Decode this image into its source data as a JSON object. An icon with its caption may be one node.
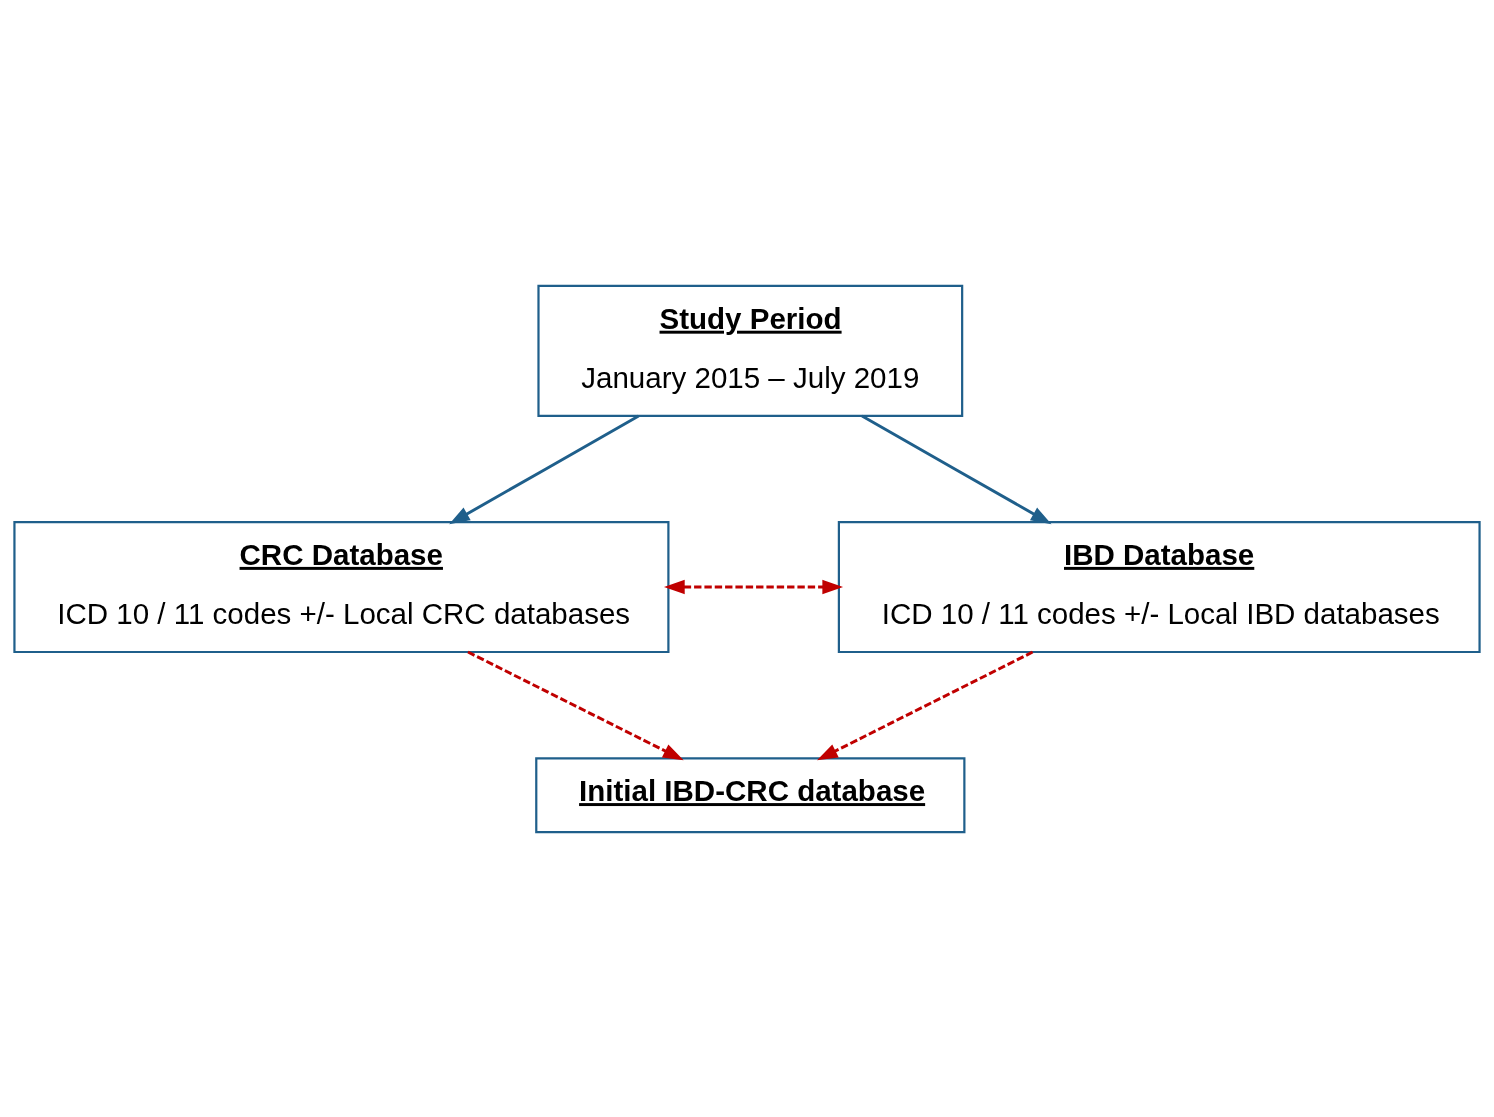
{
  "diagram": {
    "nodes": [
      {
        "text": [
          "Study Period",
          "January 2015 – July 2019"
        ]
      },
      {
        "text": [
          "CRC Database",
          "ICD 10 / 11 codes +/- Local CRC databases"
        ]
      },
      {
        "text": [
          "IBD Database",
          "ICD 10 / 11 codes +/- Local IBD databases"
        ]
      },
      {
        "text": [
          "Initial IBD-CRC database"
        ]
      }
    ],
    "edges": [
      {
        "from": 0,
        "to": 1,
        "arrow": "to",
        "color": "#1f5f8b"
      },
      {
        "from": 0,
        "to": 2,
        "arrow": "to",
        "color": "#1f5f8b"
      },
      {
        "from": 1,
        "to": 2,
        "arrow": "both",
        "style": "dashed",
        "color": "#c00000"
      },
      {
        "from": 1,
        "to": 3,
        "arrow": "to",
        "style": "dashed",
        "color": "#c00000"
      },
      {
        "from": 2,
        "to": 3,
        "arrow": "to",
        "style": "dashed",
        "color": "#c00000"
      }
    ]
  }
}
